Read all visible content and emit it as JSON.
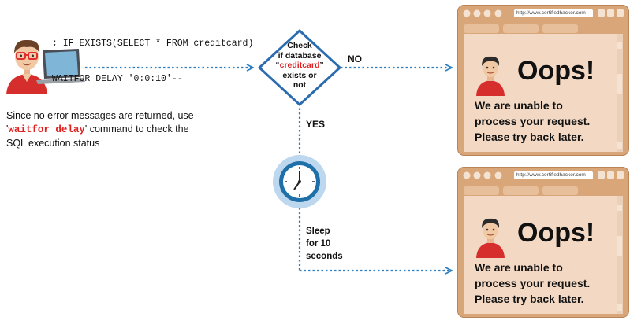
{
  "sql": {
    "line1": "; IF EXISTS(SELECT * FROM creditcard)",
    "line2": "WAITFOR DELAY '0:0:10'--"
  },
  "note": {
    "line1": "Since no error messages are returned, use",
    "quote_open": "'",
    "keyword": "waitfor delay",
    "line2_rest": "' command to check the",
    "line3": "SQL execution status"
  },
  "decision": {
    "line1": "Check",
    "line2": "if database",
    "open_quote": "“",
    "table": "creditcard",
    "close_quote": "”",
    "line4": "exists or",
    "line5": "not"
  },
  "labels": {
    "no": "NO",
    "yes": "YES",
    "sleep_1": "Sleep",
    "sleep_2": "for 10",
    "sleep_3": "seconds"
  },
  "browsers": [
    {
      "url": "http://www.certifiedhacker.com",
      "heading": "Oops!",
      "msg1": "We are unable to",
      "msg2": "process your request.",
      "msg3": "Please try back later."
    },
    {
      "url": "http://www.certifiedhacker.com",
      "heading": "Oops!",
      "msg1": "We are unable to",
      "msg2": "process your request.",
      "msg3": "Please try back later."
    }
  ],
  "colors": {
    "arrow": "#2e7fc0",
    "diamond_border": "#2b6cb0",
    "browser_frame": "#d9a679",
    "browser_page": "#f3d9c4",
    "keyword_red": "#e02020"
  },
  "icons": {
    "hacker": "hacker-at-laptop-icon",
    "clock": "clock-icon",
    "avatar": "avatar-icon"
  }
}
